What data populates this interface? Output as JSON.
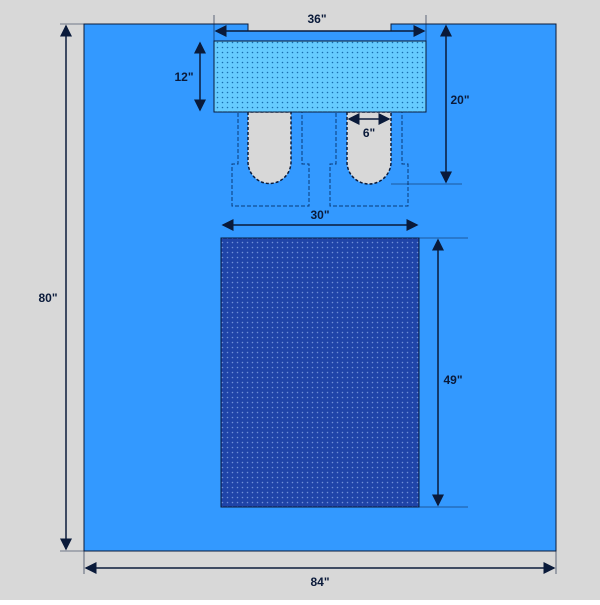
{
  "diagram": {
    "colors": {
      "background": "#d8d8d8",
      "drape": "#3399ff",
      "reinforced_panel": "#66ccff",
      "absorbent_area": "#1f44a8",
      "dimension_lines": "#0a1a3a"
    },
    "dimensions": {
      "overall_width": "84\"",
      "overall_height": "80\"",
      "top_panel_width": "36\"",
      "top_panel_height": "12\"",
      "leg_opening_depth": "20\"",
      "leg_opening_width": "6\"",
      "absorbent_width": "30\"",
      "absorbent_height": "49\""
    }
  }
}
